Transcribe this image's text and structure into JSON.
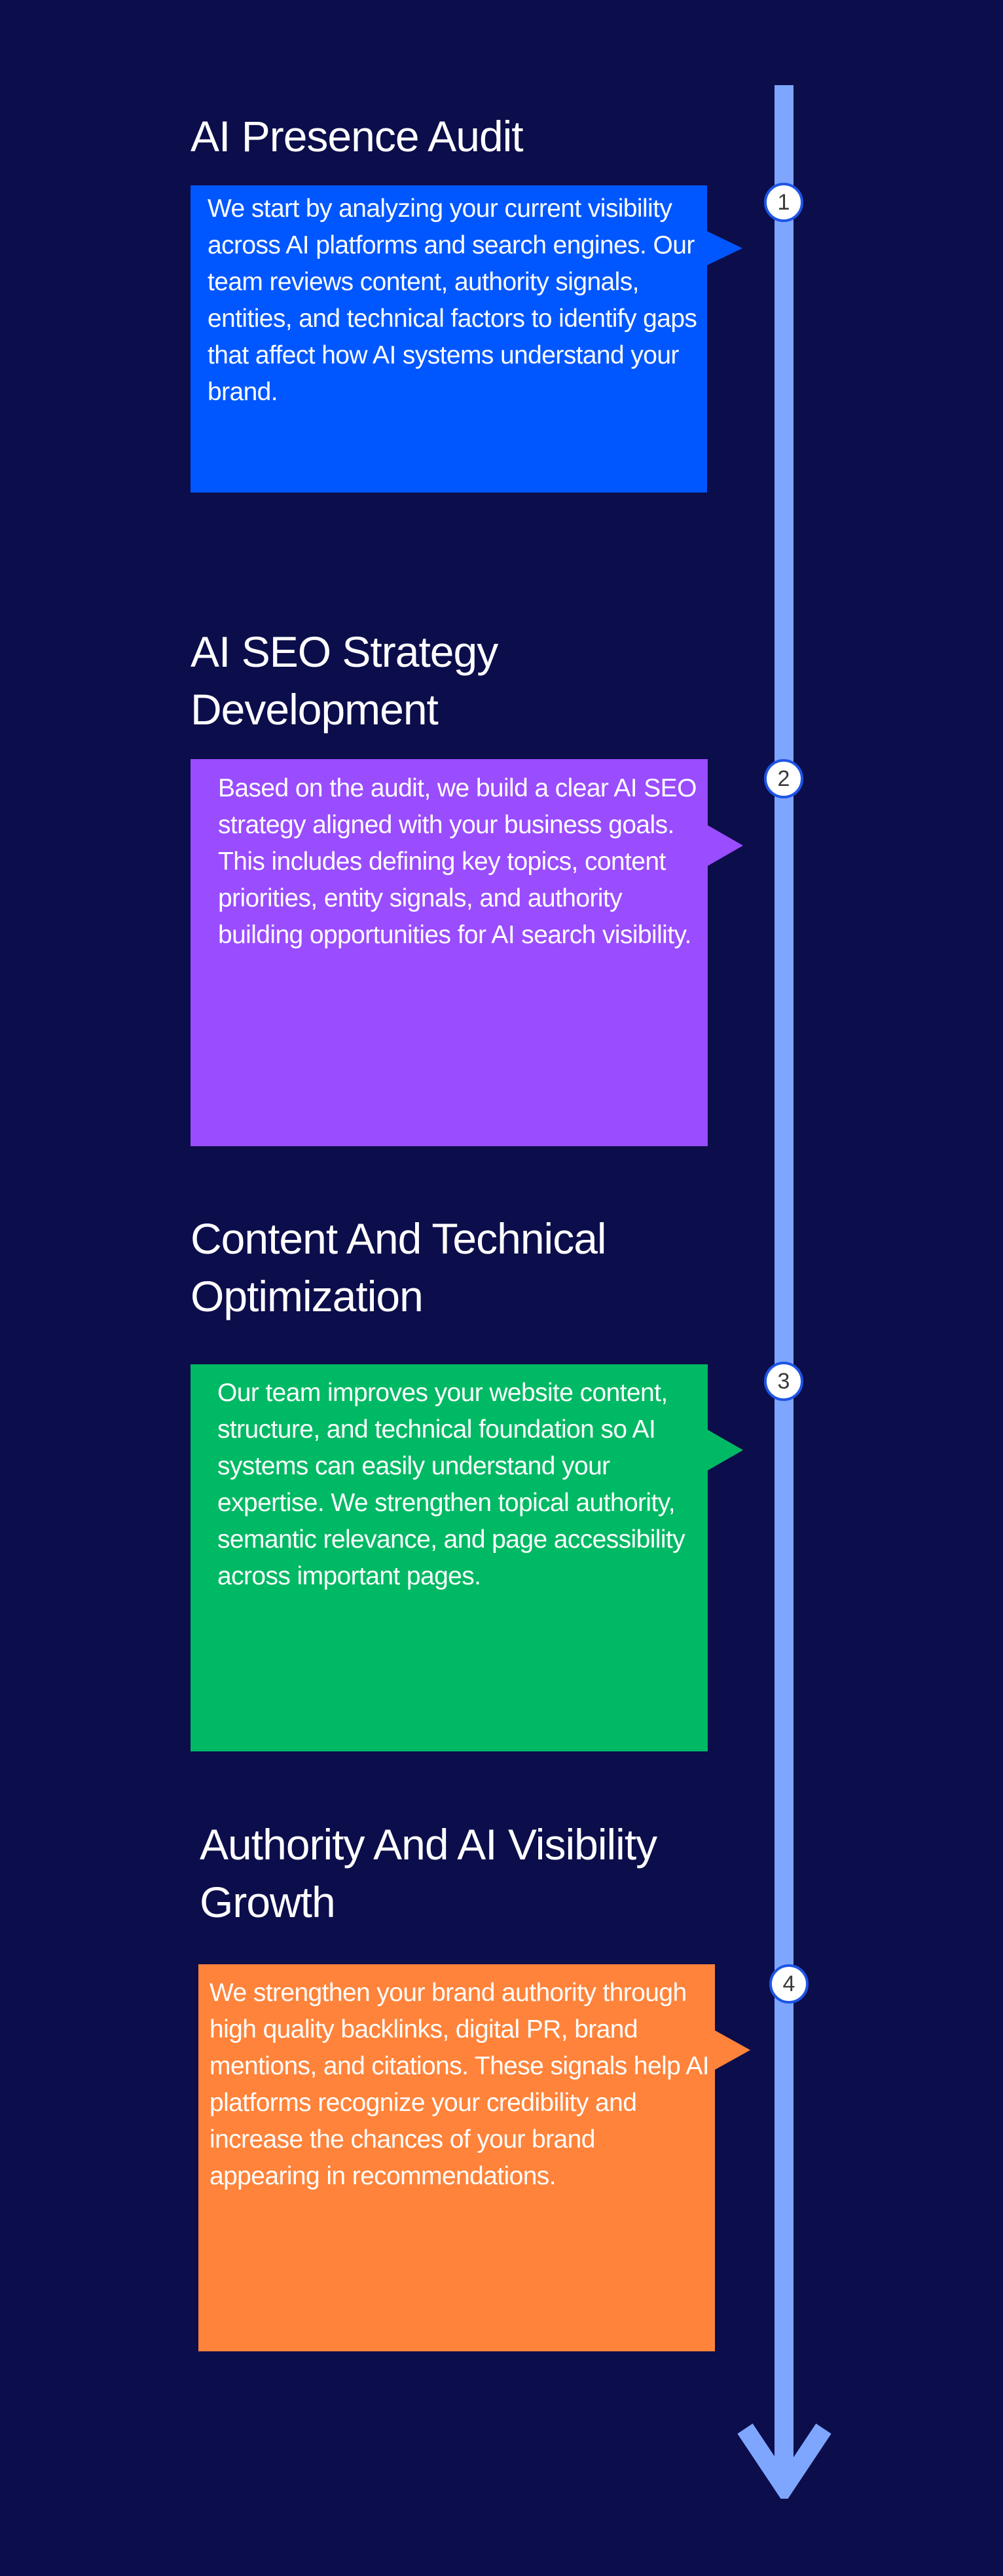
{
  "colors": {
    "background": "#0c0d4b",
    "timeline": "#7fa6ff",
    "marker_border": "#1d55e6",
    "marker_fill": "#ffffff",
    "marker_text": "#3a3a3a"
  },
  "steps": [
    {
      "number": "1",
      "title_lines": [
        "AI Presence Audit"
      ],
      "color": "#0057ff",
      "description": "We start by analyzing your current visibility across AI platforms and search engines. Our team reviews content, authority signals, entities, and technical factors to identify gaps that affect how AI systems understand your brand."
    },
    {
      "number": "2",
      "title_lines": [
        "AI SEO Strategy",
        "Development"
      ],
      "color": "#9a4cff",
      "description": "Based on the audit, we build a clear AI SEO strategy aligned with your business goals. This includes defining key topics, content priorities, entity signals, and authority building opportunities for AI search visibility."
    },
    {
      "number": "3",
      "title_lines": [
        "Content And Technical",
        "Optimization"
      ],
      "color": "#00b964",
      "description": "Our team improves your website content, structure, and technical foundation so AI systems can easily understand your expertise. We strengthen topical authority, semantic relevance, and page accessibility across important pages."
    },
    {
      "number": "4",
      "title_lines": [
        "Authority And AI Visibility",
        "Growth"
      ],
      "color": "#ff833a",
      "description": "We strengthen your brand authority through high quality backlinks, digital PR, brand mentions, and citations. These signals help AI platforms recognize your credibility and increase the chances of your brand appearing in recommendations."
    }
  ]
}
